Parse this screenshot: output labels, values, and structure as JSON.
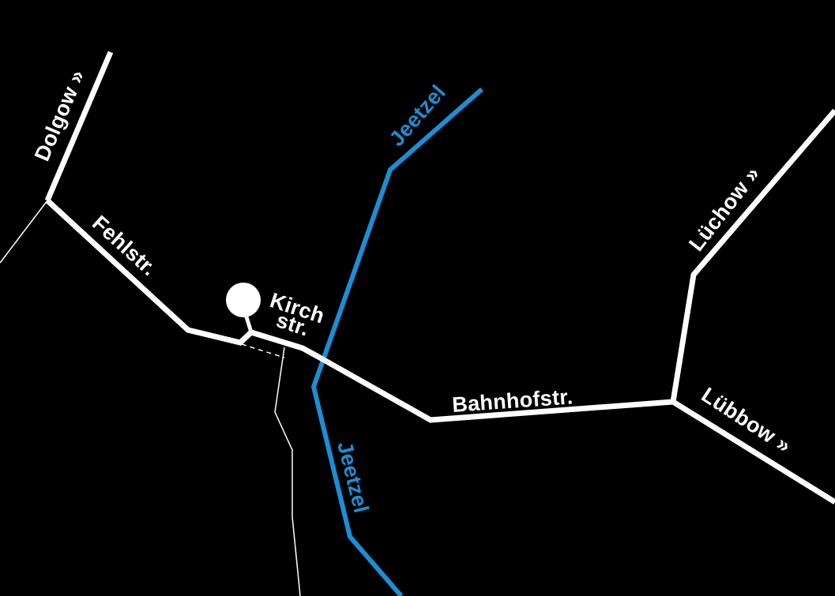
{
  "colors": {
    "background": "#000000",
    "road": "#ffffff",
    "river": "#1a8fd6"
  },
  "labels": {
    "dolgow": "Dolgow »",
    "fehlstr": "Fehlstr.",
    "kirch": "Kirch",
    "str": "str.",
    "jeetzel_north": "Jeetzel",
    "jeetzel_south": "Jeetzel",
    "bahnhofstr": "Bahnhofstr.",
    "luechow": "Lüchow »",
    "luebbow": "Lübbow »"
  },
  "marker": {
    "icon": "location-dot-icon"
  }
}
